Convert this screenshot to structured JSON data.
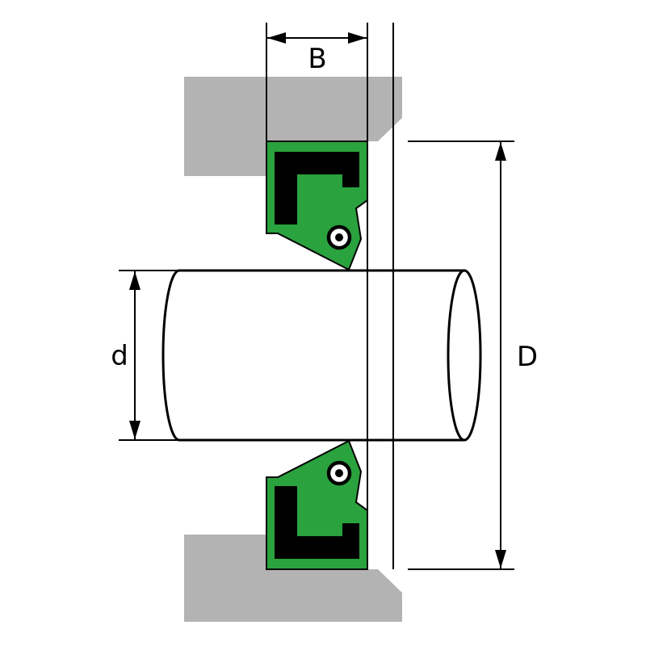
{
  "labels": {
    "B": "B",
    "d": "d",
    "D": "D"
  },
  "colors": {
    "housing": "#b3b3b3",
    "seal": "#2aa23e",
    "case": "#000000",
    "shaft": "#ffffff",
    "line": "#000000",
    "background": "#ffffff"
  }
}
